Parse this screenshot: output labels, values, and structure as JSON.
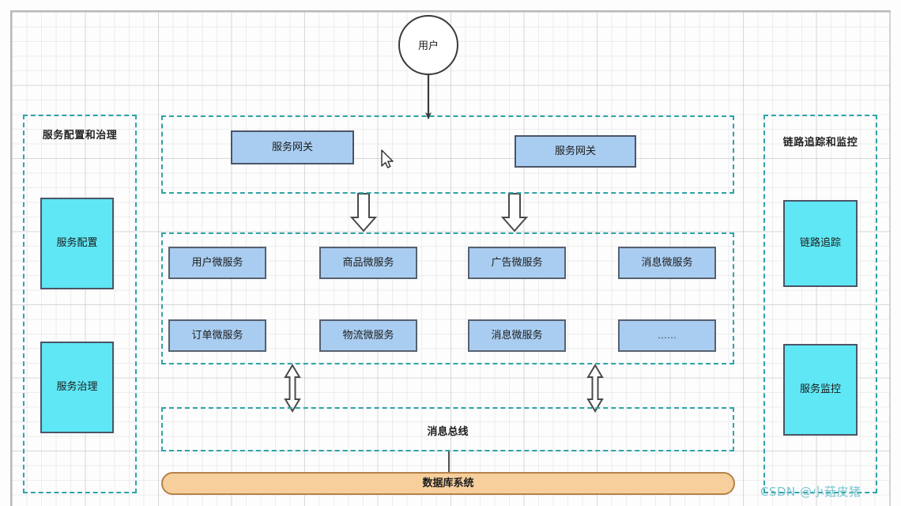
{
  "diagram": {
    "title_watermark": "CSDN @小菇皮猪",
    "colors": {
      "region_border": "#2ea3a8",
      "node_blue": "#a9cdf0",
      "node_cyan": "#5fe7f5",
      "node_orange": "#f6cf9c",
      "node_border": "#4a5567",
      "orange_border": "#b5824a",
      "arrow": "#3a3a3a",
      "watermark": "#79c4cf"
    },
    "actor": {
      "label": "用户",
      "shape": "circle"
    },
    "left_panel": {
      "title": "服务配置和治理",
      "items": [
        {
          "label": "服务配置"
        },
        {
          "label": "服务治理"
        }
      ]
    },
    "right_panel": {
      "title": "链路追踪和监控",
      "items": [
        {
          "label": "链路追踪"
        },
        {
          "label": "服务监控"
        }
      ]
    },
    "gateway_region": {
      "nodes": [
        {
          "label": "服务网关"
        },
        {
          "label": "服务网关"
        }
      ]
    },
    "microservice_region": {
      "row1": [
        {
          "label": "用户微服务"
        },
        {
          "label": "商品微服务"
        },
        {
          "label": "广告微服务"
        },
        {
          "label": "消息微服务"
        }
      ],
      "row2": [
        {
          "label": "订单微服务"
        },
        {
          "label": "物流微服务"
        },
        {
          "label": "消息微服务"
        },
        {
          "label": "……"
        }
      ]
    },
    "bus_region": {
      "label": "消息总线"
    },
    "database": {
      "label": "数据库系统"
    }
  }
}
